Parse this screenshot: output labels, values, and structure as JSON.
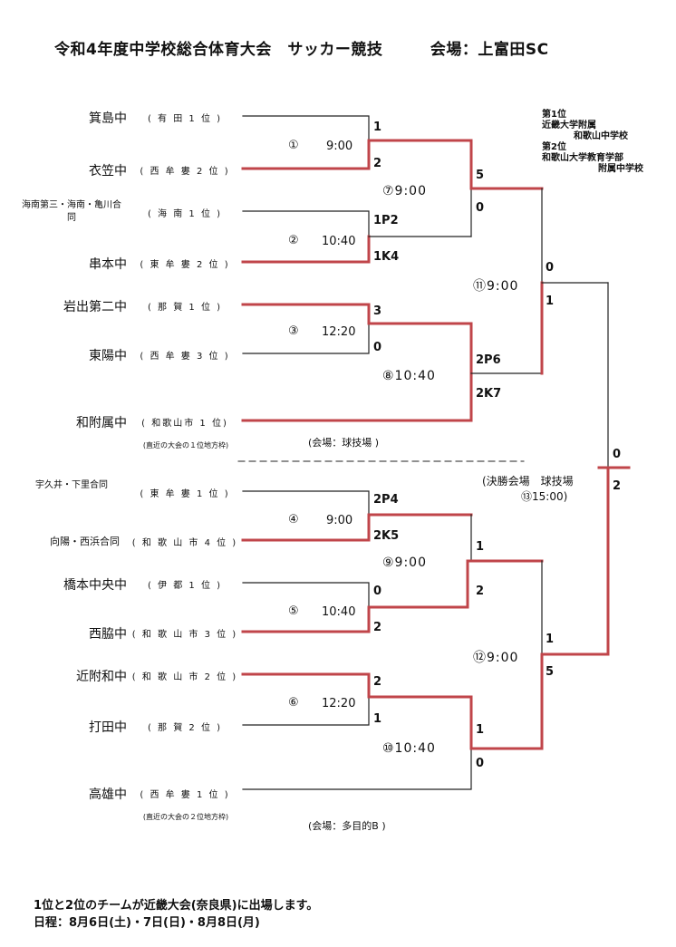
{
  "title": "令和4年度中学校総合体育大会　サッカー競技　　　会場：上富田SC",
  "winners": {
    "first_label": "第1位",
    "first_line1": "近畿大学附属",
    "first_line2": "和歌山中学校",
    "second_label": "第2位",
    "second_line1": "和歌山大学教育学部",
    "second_line2": "附属中学校"
  },
  "teams": [
    {
      "name": "箕島中",
      "qual": "( 有 田 1 位 )"
    },
    {
      "name": "衣笠中",
      "qual": "( 西 牟 婁 2 位 )"
    },
    {
      "name": "海南第三・海南・亀川合同",
      "qual": "( 海 南 1 位 )"
    },
    {
      "name": "串本中",
      "qual": "( 東 牟 婁 2 位 )"
    },
    {
      "name": "岩出第二中",
      "qual": "( 那 賀 1 位 )"
    },
    {
      "name": "東陽中",
      "qual": "( 西 牟 婁 3 位 )"
    },
    {
      "name": "和附属中",
      "qual": "( 和歌山市 1 位)"
    },
    {
      "name": "宇久井・下里合同",
      "qual": "( 東 牟 婁 1 位 )"
    },
    {
      "name": "向陽・西浜合同",
      "qual": "( 和 歌 山 市 4 位 )"
    },
    {
      "name": "橋本中央中",
      "qual": "( 伊 都 1 位 )"
    },
    {
      "name": "西脇中",
      "qual": "( 和 歌 山 市 3 位 )"
    },
    {
      "name": "近附和中",
      "qual": "( 和 歌 山 市 2 位 )"
    },
    {
      "name": "打田中",
      "qual": "( 那 賀 2 位 )"
    },
    {
      "name": "高雄中",
      "qual": "( 西 牟 婁 1 位 )"
    }
  ],
  "notes": {
    "top": "(直近の大会の１位地方枠)",
    "bottom": "(直近の大会の２位地方枠)"
  },
  "matches": [
    {
      "no": "①",
      "time": "9:00"
    },
    {
      "no": "②",
      "time": "10:40"
    },
    {
      "no": "③",
      "time": "12:20"
    },
    {
      "no": "④",
      "time": "9:00"
    },
    {
      "no": "⑤",
      "time": "10:40"
    },
    {
      "no": "⑥",
      "time": "12:20"
    }
  ],
  "later_matches": {
    "m7": "⑦9:00",
    "m8": "⑧10:40",
    "m9": "⑨9:00",
    "m10": "⑩10:40",
    "m11": "⑪9:00",
    "m12": "⑫9:00"
  },
  "scores": {
    "m1a": "1",
    "m1b": "2",
    "m2a": "1P2",
    "m2b": "1K4",
    "m3a": "3",
    "m3b": "0",
    "m4a": "2P4",
    "m4b": "2K5",
    "m5a": "0",
    "m5b": "2",
    "m6a": "2",
    "m6b": "1",
    "m7a": "5",
    "m7b": "0",
    "m8a": "2P6",
    "m8b": "2K7",
    "m9a": "1",
    "m9b": "2",
    "m10a": "1",
    "m10b": "0",
    "m11a": "0",
    "m11b": "1",
    "m12a": "1",
    "m12b": "5",
    "fa": "0",
    "fb": "2"
  },
  "venues": {
    "top": "(会場：球技場 )",
    "bottom": "(会場：多目的B )",
    "final_line1": "(決勝会場　球技場",
    "final_line2": "⑬15:00)"
  },
  "footer": {
    "line1": "1位と2位のチームが近畿大会(奈良県)に出場します。",
    "line2": "日程：8月6日(土)・7日(日)・8月8日(月)"
  },
  "colors": {
    "winner_line": "#c0454a",
    "line": "#222222"
  }
}
